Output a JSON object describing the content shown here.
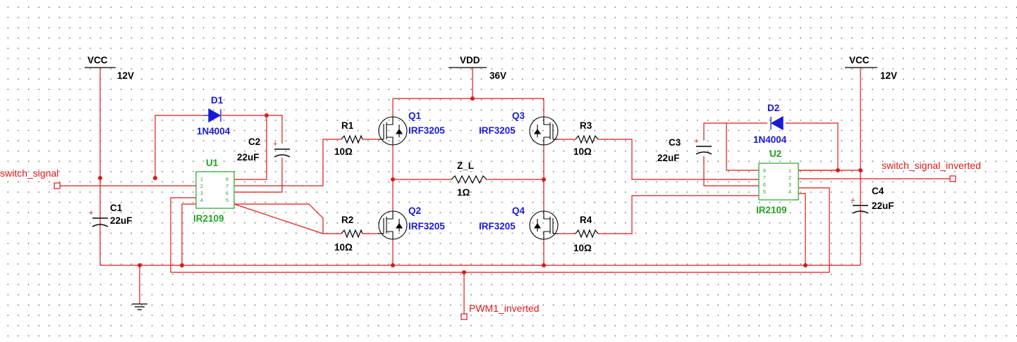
{
  "colors": {
    "wire": "#e01818",
    "component": "#000000",
    "part_label": "#1a1ad6",
    "ic": "#27a327"
  },
  "power": {
    "vcc_left": {
      "name": "VCC",
      "value": "12V"
    },
    "vdd": {
      "name": "VDD",
      "value": "36V"
    },
    "vcc_right": {
      "name": "VCC",
      "value": "12V"
    }
  },
  "diodes": {
    "d1": {
      "ref": "D1",
      "part": "1N4004"
    },
    "d2": {
      "ref": "D2",
      "part": "1N4004"
    }
  },
  "capacitors": {
    "c1": {
      "ref": "C1",
      "value": "22uF"
    },
    "c2": {
      "ref": "C2",
      "value": "22uF"
    },
    "c3": {
      "ref": "C3",
      "value": "22uF"
    },
    "c4": {
      "ref": "C4",
      "value": "22uF"
    }
  },
  "resistors": {
    "r1": {
      "ref": "R1",
      "value": "10Ω"
    },
    "r2": {
      "ref": "R2",
      "value": "10Ω"
    },
    "r3": {
      "ref": "R3",
      "value": "10Ω"
    },
    "r4": {
      "ref": "R4",
      "value": "10Ω"
    },
    "zl": {
      "ref": "Z_L",
      "value": "1Ω"
    }
  },
  "mosfets": {
    "q1": {
      "ref": "Q1",
      "part": "IRF3205"
    },
    "q2": {
      "ref": "Q2",
      "part": "IRF3205"
    },
    "q3": {
      "ref": "Q3",
      "part": "IRF3205"
    },
    "q4": {
      "ref": "Q4",
      "part": "IRF3205"
    }
  },
  "ics": {
    "u1": {
      "ref": "U1",
      "part": "IR2109"
    },
    "u2": {
      "ref": "U2",
      "part": "IR2109"
    }
  },
  "nets": {
    "switch_signal": "switch_signal",
    "switch_signal_inverted": "switch_signal_inverted",
    "pwm_inverted": "PWM1_inverted"
  },
  "pins": {
    "u1_left": [
      "1",
      "2",
      "3",
      "4"
    ],
    "u1_right": [
      "8",
      "7",
      "6",
      "5"
    ],
    "u2_left": [
      "8",
      "7",
      "6",
      "5"
    ],
    "u2_right": [
      "1",
      "2",
      "3",
      "4"
    ]
  }
}
